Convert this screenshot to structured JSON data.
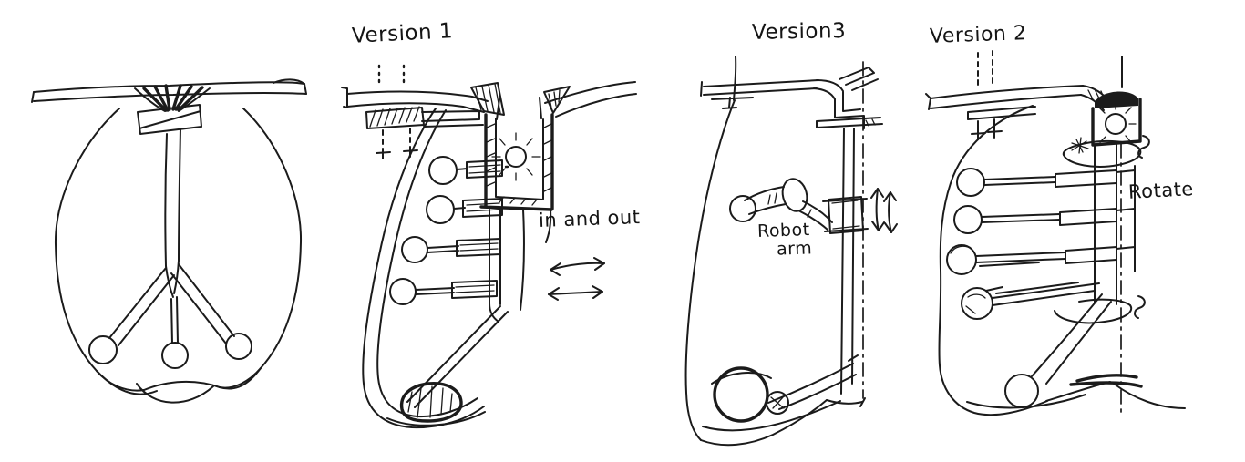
{
  "document": {
    "kind": "hand-drawn concept sketch sheet",
    "background_color": "#ffffff",
    "ink_color": "#1b1b1b"
  },
  "sketches": [
    {
      "id": "base-concept",
      "description": "front view of table with organic three-legged underbody"
    },
    {
      "id": "version-1",
      "label": "Version 1",
      "annotation": "in and out",
      "icons": [
        "light-bulb-icon",
        "in-out-arrows-icon"
      ]
    },
    {
      "id": "version-3",
      "label": "Version3",
      "annotation_lines": [
        "Robot",
        "arm"
      ],
      "icons": [
        "up-down-arrows-icon",
        "centerline"
      ]
    },
    {
      "id": "version-2",
      "label": "Version 2",
      "annotation": "Rotate",
      "icons": [
        "light-bulb-icon",
        "rotate-arrows-icon",
        "centerline"
      ]
    }
  ]
}
